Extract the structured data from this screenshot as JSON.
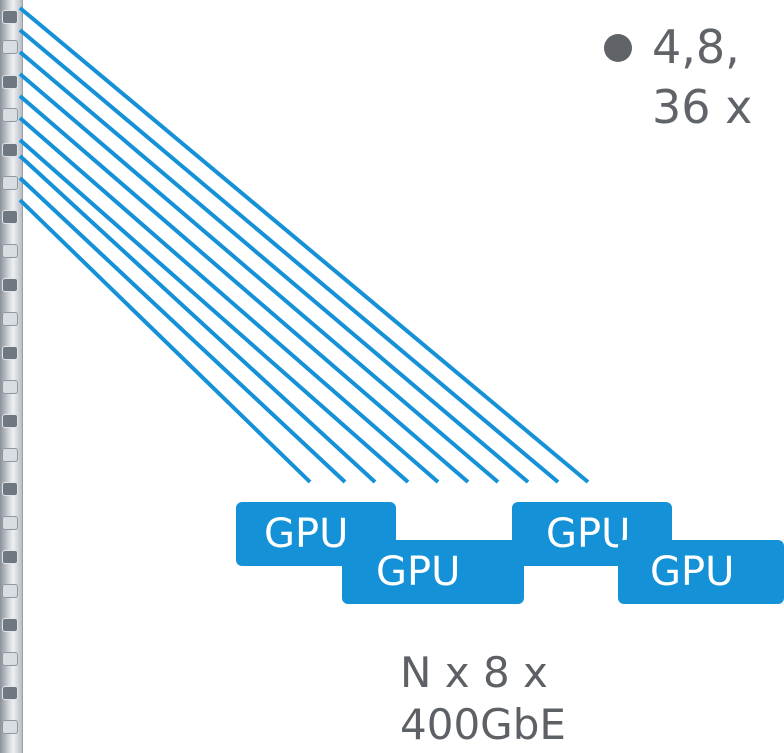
{
  "bullet": {
    "line1": "4,8,",
    "line2": "36 x"
  },
  "gpus": [
    {
      "label": "GPU"
    },
    {
      "label": "GPU"
    },
    {
      "label": "GPU"
    },
    {
      "label": "GPU"
    }
  ],
  "caption": {
    "line1": "N x 8 x",
    "line2": "400GbE"
  },
  "colors": {
    "link": "#1591d8",
    "gpu": "#1591d8",
    "text": "#606469"
  }
}
